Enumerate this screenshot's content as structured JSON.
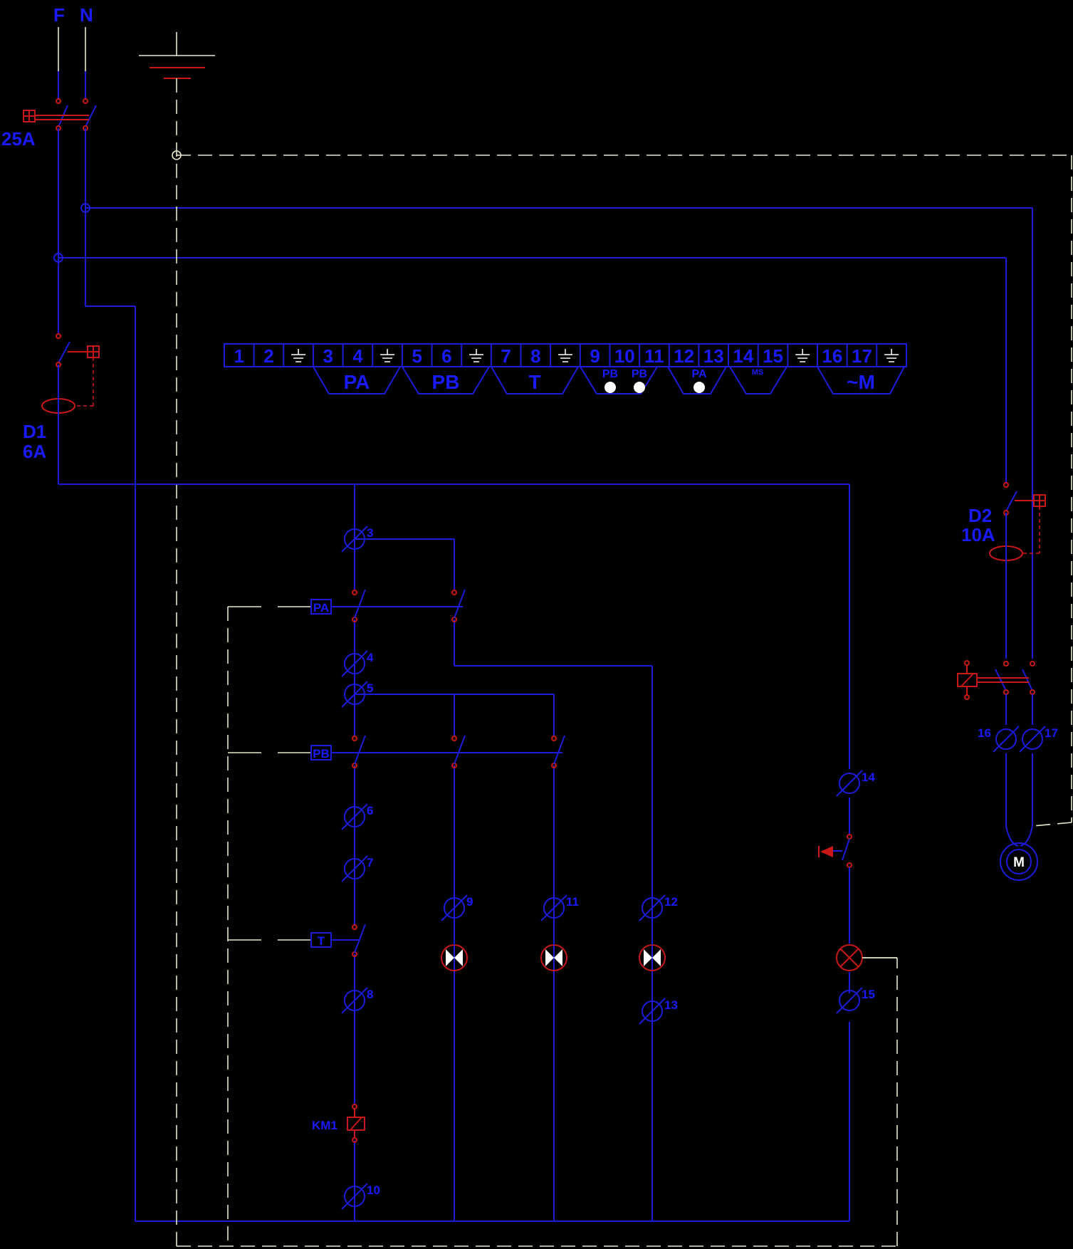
{
  "supply": {
    "phase": "F",
    "neutral": "N",
    "main_breaker": "25A"
  },
  "breakers": {
    "d1": {
      "name": "D1",
      "rating": "6A"
    },
    "d2": {
      "name": "D2",
      "rating": "10A"
    }
  },
  "terminal_strip": {
    "numbers": [
      "1",
      "2",
      "3",
      "4",
      "5",
      "6",
      "7",
      "8",
      "9",
      "10",
      "11",
      "12",
      "13",
      "14",
      "15",
      "16",
      "17"
    ],
    "groups": {
      "pa": "PA",
      "pb": "PB",
      "t": "T",
      "pb_small_1": "PB",
      "pb_small_2": "PB",
      "pa_small": "PA",
      "ms": "MS",
      "motor": "~M"
    }
  },
  "switches": {
    "pa": "PA",
    "pb": "PB",
    "t": "T"
  },
  "coil": "KM1",
  "motor": "M",
  "wire_labels": [
    "3",
    "4",
    "5",
    "6",
    "7",
    "8",
    "9",
    "10",
    "11",
    "12",
    "13",
    "14",
    "15",
    "16",
    "17"
  ]
}
